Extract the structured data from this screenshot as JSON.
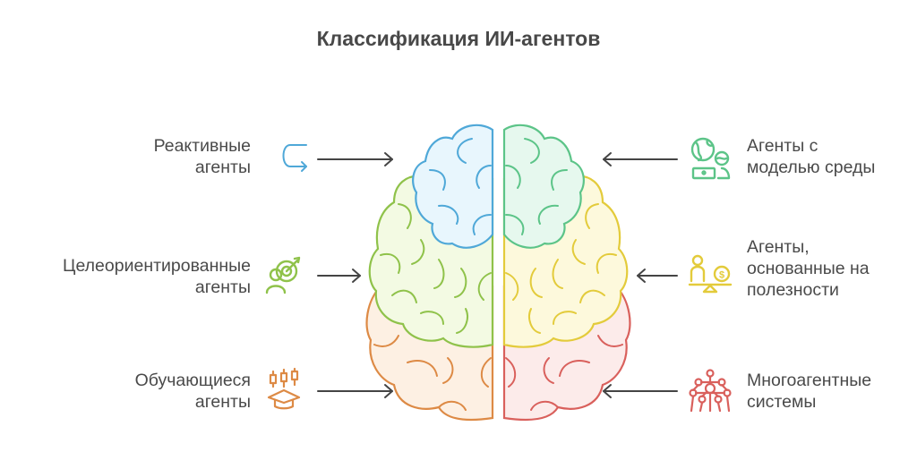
{
  "title": "Классификация ИИ-агентов",
  "colors": {
    "text": "#4a4a4a",
    "arrow": "#444444",
    "blue": "#4fa8d8",
    "blue_fill": "#e8f6fd",
    "green": "#5cc488",
    "green_fill": "#e6f8ee",
    "lime": "#8fc24a",
    "lime_fill": "#f3fae3",
    "yellow": "#e3cb3b",
    "yellow_fill": "#fdf9dc",
    "orange": "#dd8a45",
    "orange_fill": "#fdf0e3",
    "red": "#d9605c",
    "red_fill": "#fcebea"
  },
  "left_items": [
    {
      "line1": "Реактивные",
      "line2": "агенты",
      "icon": "u-turn-arrow-icon",
      "color": "blue"
    },
    {
      "line1": "Целеориентированные",
      "line2": "агенты",
      "icon": "person-target-icon",
      "color": "lime"
    },
    {
      "line1": "Обучающиеся",
      "line2": "агенты",
      "icon": "graduation-candles-icon",
      "color": "orange"
    }
  ],
  "right_items": [
    {
      "line1": "Агенты с",
      "line2": "моделью среды",
      "icon": "globe-laptop-person-icon",
      "color": "green"
    },
    {
      "line1": "Агенты,",
      "line2": "основанные на",
      "line3": "полезности",
      "icon": "person-scale-coin-icon",
      "color": "yellow"
    },
    {
      "line1": "Многоагентные",
      "line2": "системы",
      "icon": "network-atom-icon",
      "color": "red"
    }
  ]
}
